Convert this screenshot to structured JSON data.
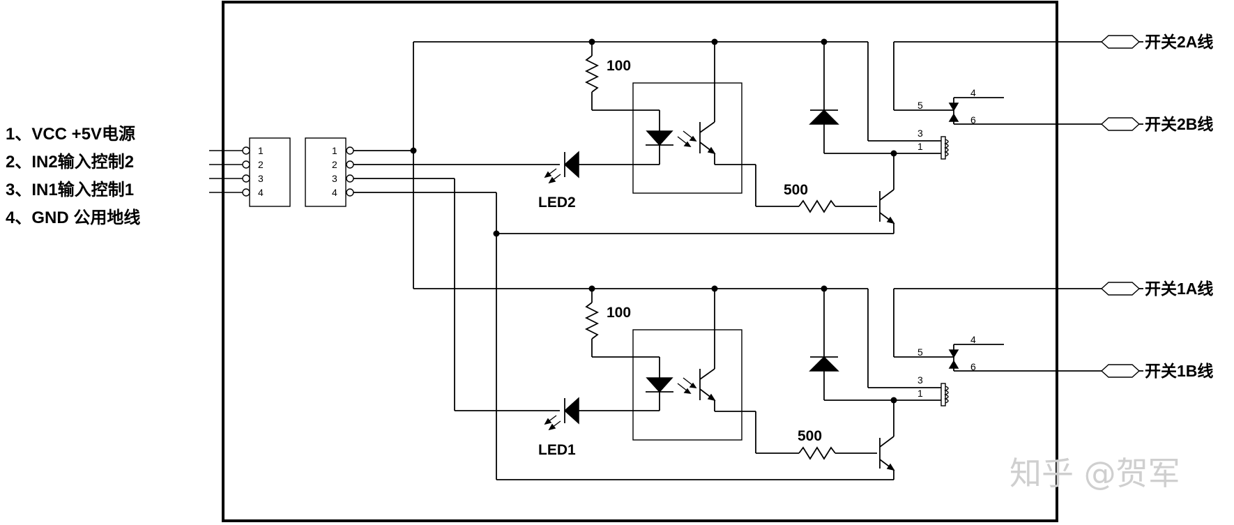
{
  "legend": [
    "1、VCC +5V电源",
    "2、IN2输入控制2",
    "3、IN1输入控制1",
    "4、GND 公用地线"
  ],
  "connector_pins": [
    "1",
    "2",
    "3",
    "4"
  ],
  "outputs": {
    "switch_2a": "开关2A线",
    "switch_2b": "开关2B线",
    "switch_1a": "开关1A线",
    "switch_1b": "开关1B线"
  },
  "channel2": {
    "resistor_top": "100",
    "resistor_base": "500",
    "led": "LED2",
    "relay_pins": {
      "p4": "4",
      "p5": "5",
      "p6": "6",
      "p3": "3",
      "p1": "1"
    }
  },
  "channel1": {
    "resistor_top": "100",
    "resistor_base": "500",
    "led": "LED1",
    "relay_pins": {
      "p4": "4",
      "p5": "5",
      "p6": "6",
      "p3": "3",
      "p1": "1"
    }
  },
  "watermark": "知乎 @贺军"
}
